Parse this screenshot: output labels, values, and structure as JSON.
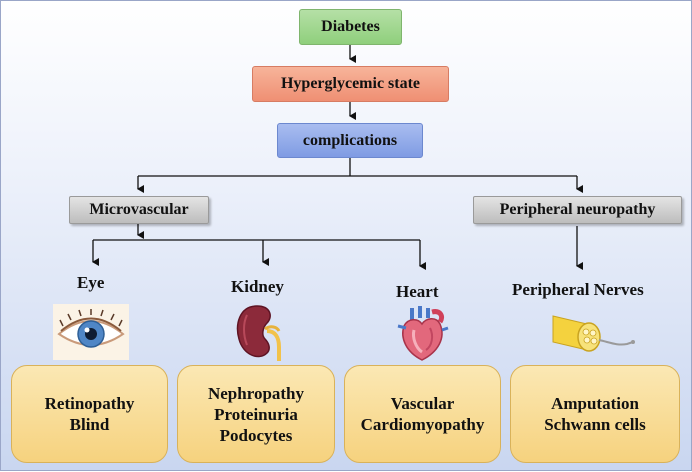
{
  "nodes": {
    "diabetes": "Diabetes",
    "hyperglycemic": "Hyperglycemic state",
    "complications": "complications",
    "microvascular": "Microvascular",
    "peripheral_neuropathy": "Peripheral neuropathy"
  },
  "organs": {
    "eye": "Eye",
    "kidney": "Kidney",
    "heart": "Heart",
    "nerves": "Peripheral Nerves"
  },
  "cards": {
    "eye": [
      "Retinopathy",
      "Blind"
    ],
    "kidney": [
      "Nephropathy",
      "Proteinuria",
      "Podocytes"
    ],
    "heart": [
      "Vascular",
      "Cardiomyopathy"
    ],
    "nerves": [
      "Amputation",
      "Schwann cells"
    ]
  },
  "icons": {
    "eye": "eye-icon",
    "kidney": "kidney-icon",
    "heart": "heart-icon",
    "nerves": "nerve-icon"
  },
  "colors": {
    "diabetes": "#8fcf7c",
    "hyperglycemic": "#ef8f73",
    "complications": "#7f9be3",
    "category": "#bdbdbd",
    "card": "#f6d27e"
  }
}
